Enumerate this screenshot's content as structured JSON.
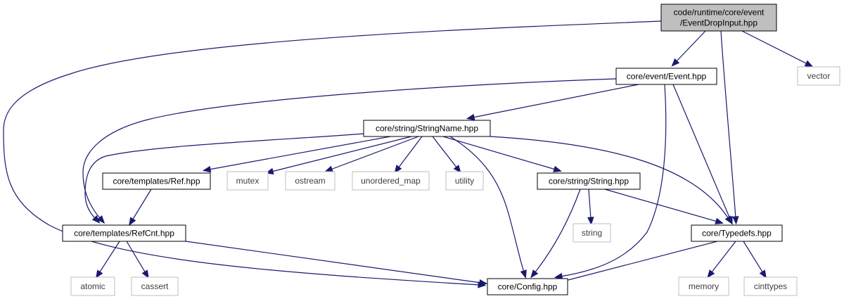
{
  "diagram": {
    "type": "include-dependency-graph",
    "nodes": [
      {
        "id": "root",
        "lines": [
          "code/runtime/core/event",
          "/EventDropInput.hpp"
        ],
        "kind": "root"
      },
      {
        "id": "event",
        "lines": [
          "core/event/Event.hpp"
        ],
        "kind": "local"
      },
      {
        "id": "vector",
        "lines": [
          "vector"
        ],
        "kind": "system"
      },
      {
        "id": "stringname",
        "lines": [
          "core/string/StringName.hpp"
        ],
        "kind": "local"
      },
      {
        "id": "ref",
        "lines": [
          "core/templates/Ref.hpp"
        ],
        "kind": "local"
      },
      {
        "id": "mutex",
        "lines": [
          "mutex"
        ],
        "kind": "system"
      },
      {
        "id": "ostream",
        "lines": [
          "ostream"
        ],
        "kind": "system"
      },
      {
        "id": "unordered_map",
        "lines": [
          "unordered_map"
        ],
        "kind": "system"
      },
      {
        "id": "utility",
        "lines": [
          "utility"
        ],
        "kind": "system"
      },
      {
        "id": "string_hpp",
        "lines": [
          "core/string/String.hpp"
        ],
        "kind": "local"
      },
      {
        "id": "refcnt",
        "lines": [
          "core/templates/RefCnt.hpp"
        ],
        "kind": "local"
      },
      {
        "id": "string",
        "lines": [
          "string"
        ],
        "kind": "system"
      },
      {
        "id": "typedefs",
        "lines": [
          "core/Typedefs.hpp"
        ],
        "kind": "local"
      },
      {
        "id": "atomic",
        "lines": [
          "atomic"
        ],
        "kind": "system"
      },
      {
        "id": "cassert",
        "lines": [
          "cassert"
        ],
        "kind": "system"
      },
      {
        "id": "config",
        "lines": [
          "core/Config.hpp"
        ],
        "kind": "local"
      },
      {
        "id": "memory",
        "lines": [
          "memory"
        ],
        "kind": "system"
      },
      {
        "id": "cinttypes",
        "lines": [
          "cinttypes"
        ],
        "kind": "system"
      }
    ],
    "edges": [
      [
        "root",
        "event"
      ],
      [
        "root",
        "vector"
      ],
      [
        "root",
        "typedefs"
      ],
      [
        "root",
        "config"
      ],
      [
        "event",
        "stringname"
      ],
      [
        "event",
        "refcnt"
      ],
      [
        "event",
        "typedefs"
      ],
      [
        "event",
        "config"
      ],
      [
        "stringname",
        "ref"
      ],
      [
        "stringname",
        "mutex"
      ],
      [
        "stringname",
        "ostream"
      ],
      [
        "stringname",
        "unordered_map"
      ],
      [
        "stringname",
        "utility"
      ],
      [
        "stringname",
        "string_hpp"
      ],
      [
        "stringname",
        "refcnt"
      ],
      [
        "stringname",
        "typedefs"
      ],
      [
        "stringname",
        "config"
      ],
      [
        "ref",
        "refcnt"
      ],
      [
        "string_hpp",
        "string"
      ],
      [
        "string_hpp",
        "typedefs"
      ],
      [
        "string_hpp",
        "config"
      ],
      [
        "refcnt",
        "atomic"
      ],
      [
        "refcnt",
        "cassert"
      ],
      [
        "refcnt",
        "config"
      ],
      [
        "typedefs",
        "memory"
      ],
      [
        "typedefs",
        "cinttypes"
      ],
      [
        "typedefs",
        "config"
      ]
    ],
    "colors": {
      "edge": "#191970",
      "root_fill": "#bfbfbf",
      "local_border": "#000000",
      "system_border": "#bfbfbf",
      "system_text": "#404040"
    }
  }
}
